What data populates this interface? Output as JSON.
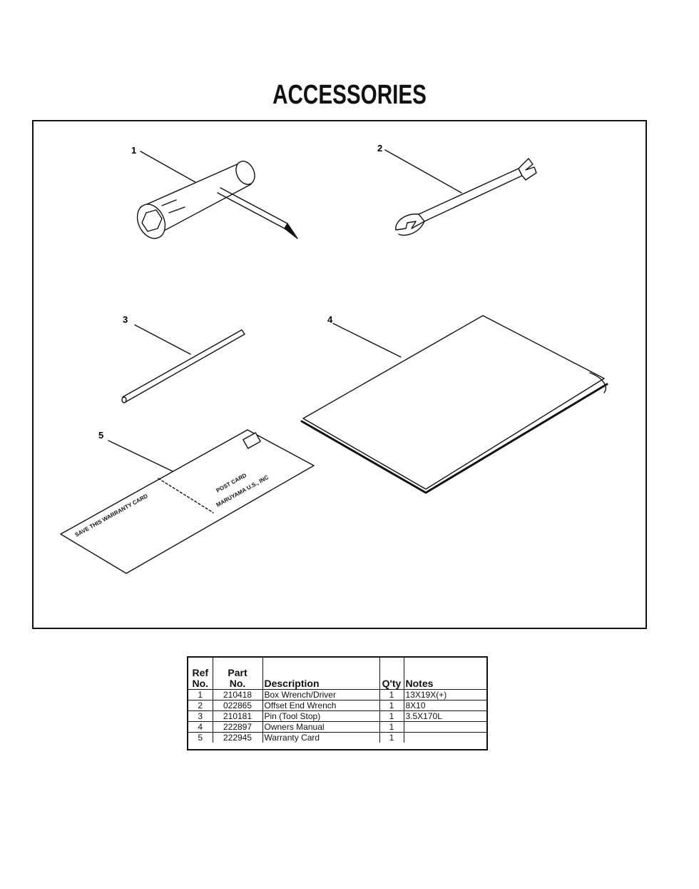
{
  "title": "ACCESSORIES",
  "callouts": [
    "1",
    "2",
    "3",
    "4",
    "5"
  ],
  "postcard": {
    "line1": "POST CARD",
    "line2": "MARUYAMA U.S., INC",
    "left_text": "SAVE THIS WARRANTY CARD"
  },
  "table": {
    "headers": {
      "ref": [
        "Ref",
        "No."
      ],
      "part": [
        "Part",
        "No."
      ],
      "description": "Description",
      "qty": "Q'ty",
      "notes": "Notes"
    },
    "rows": [
      {
        "ref": "1",
        "part": "210418",
        "description": "Box Wrench/Driver",
        "qty": "1",
        "notes": "13X19X(+)"
      },
      {
        "ref": "2",
        "part": "022865",
        "description": "Offset End Wrench",
        "qty": "1",
        "notes": "8X10"
      },
      {
        "ref": "3",
        "part": "210181",
        "description": "Pin (Tool Stop)",
        "qty": "1",
        "notes": "3.5X170L"
      },
      {
        "ref": "4",
        "part": "222897",
        "description": "Owners Manual",
        "qty": "1",
        "notes": ""
      },
      {
        "ref": "5",
        "part": "222945",
        "description": "Warranty Card",
        "qty": "1",
        "notes": ""
      }
    ]
  }
}
